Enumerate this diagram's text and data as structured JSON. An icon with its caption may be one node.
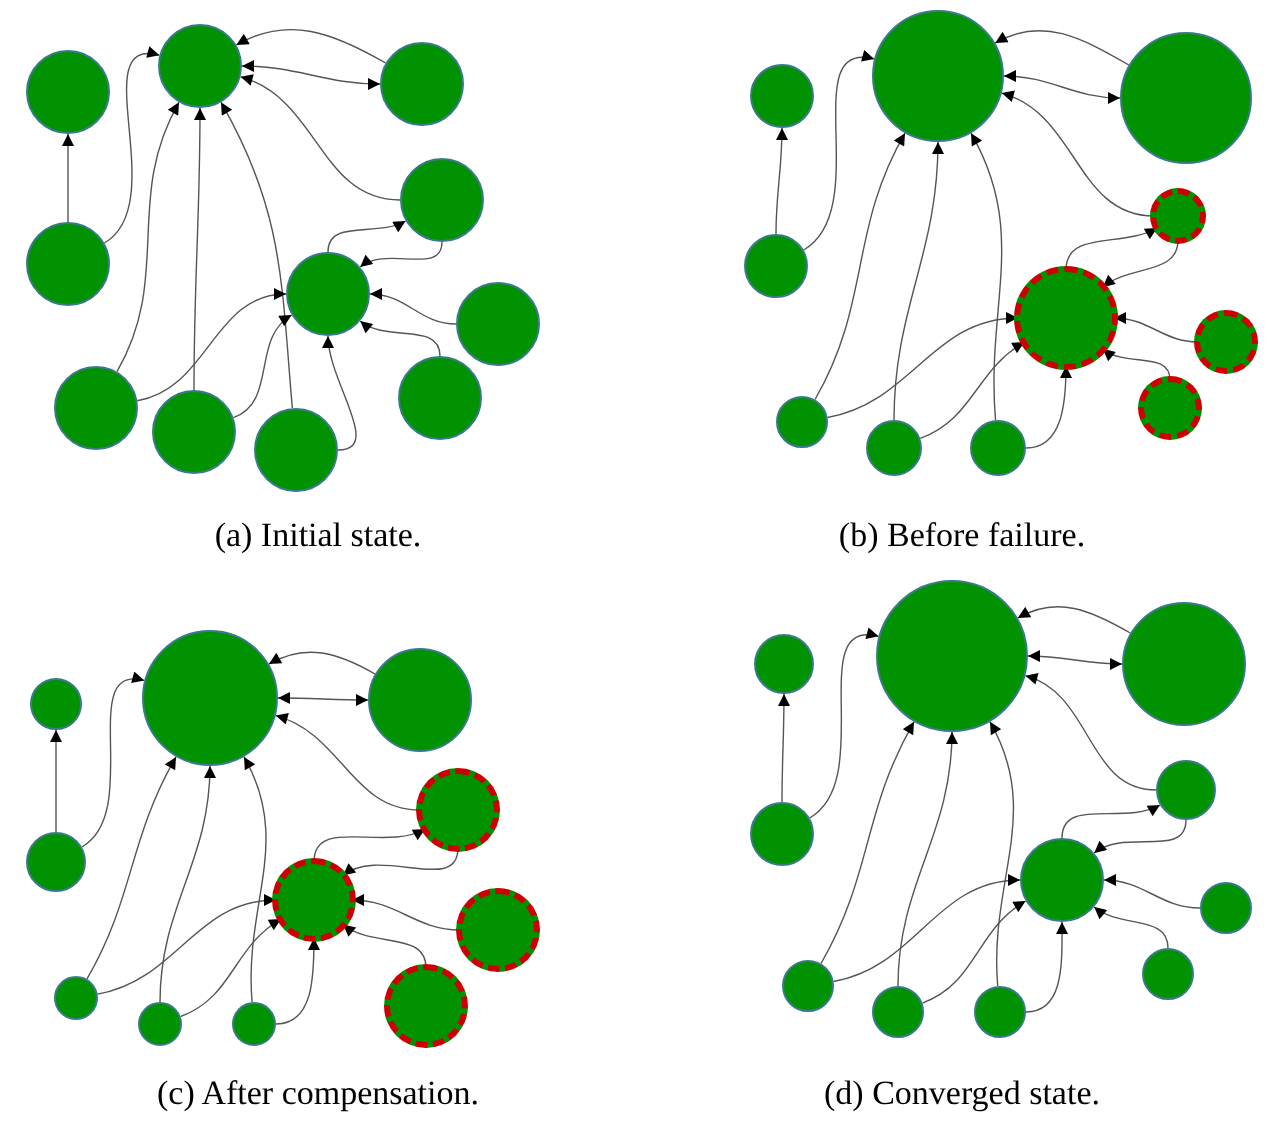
{
  "diagram": {
    "nodes": [
      {
        "text": [],
        "shape": "circle"
      },
      {
        "text": [],
        "shape": "circle"
      },
      {
        "text": [],
        "shape": "circle"
      },
      {
        "text": [],
        "shape": "circle"
      },
      {
        "text": [],
        "shape": "circle"
      },
      {
        "text": [],
        "shape": "circle"
      },
      {
        "text": [],
        "shape": "circle"
      },
      {
        "text": [],
        "shape": "circle"
      },
      {
        "text": [],
        "shape": "circle"
      },
      {
        "text": [],
        "shape": "circle"
      },
      {
        "text": [],
        "shape": "circle"
      },
      {
        "text": [],
        "shape": "circle"
      },
      {
        "text": [],
        "shape": "circle"
      },
      {
        "text": [],
        "shape": "circle"
      },
      {
        "text": [],
        "shape": "circle"
      },
      {
        "text": [],
        "shape": "circle"
      },
      {
        "text": [],
        "shape": "circle"
      },
      {
        "text": [],
        "shape": "circle"
      },
      {
        "text": [],
        "shape": "circle"
      },
      {
        "text": [],
        "shape": "circle"
      },
      {
        "text": [],
        "shape": "circle"
      },
      {
        "text": [],
        "shape": "circle"
      },
      {
        "text": [],
        "shape": "circle"
      },
      {
        "text": [],
        "shape": "circle"
      },
      {
        "text": [],
        "shape": "circle"
      },
      {
        "text": [],
        "shape": "circle"
      },
      {
        "text": [],
        "shape": "circle"
      },
      {
        "text": [],
        "shape": "circle"
      },
      {
        "text": [],
        "shape": "circle"
      },
      {
        "text": [],
        "shape": "circle"
      },
      {
        "text": [],
        "shape": "circle"
      },
      {
        "text": [],
        "shape": "circle"
      },
      {
        "text": [],
        "shape": "circle"
      },
      {
        "text": [],
        "shape": "circle"
      },
      {
        "text": [],
        "shape": "circle"
      },
      {
        "text": [],
        "shape": "circle"
      },
      {
        "text": [],
        "shape": "circle"
      },
      {
        "text": [],
        "shape": "circle"
      },
      {
        "text": [],
        "shape": "circle"
      },
      {
        "text": [],
        "shape": "circle"
      },
      {
        "text": [],
        "shape": "circle"
      },
      {
        "text": [],
        "shape": "circle"
      },
      {
        "text": [],
        "shape": "circle"
      },
      {
        "text": [],
        "shape": "circle"
      }
    ],
    "edges": [
      {
        "from": 2,
        "to": 1,
        "arrow": "to"
      },
      {
        "from": 1,
        "to": 2,
        "arrow": "both"
      },
      {
        "from": 3,
        "to": 1,
        "arrow": "to"
      },
      {
        "from": 5,
        "to": 0,
        "arrow": "to"
      },
      {
        "from": 5,
        "to": 1,
        "arrow": "to"
      },
      {
        "from": 7,
        "to": 1,
        "arrow": "to"
      },
      {
        "from": 8,
        "to": 1,
        "arrow": "to"
      },
      {
        "from": 9,
        "to": 1,
        "arrow": "to"
      },
      {
        "from": 7,
        "to": 4,
        "arrow": "to"
      },
      {
        "from": 8,
        "to": 4,
        "arrow": "to"
      },
      {
        "from": 9,
        "to": 4,
        "arrow": "to"
      },
      {
        "from": 4,
        "to": 3,
        "arrow": "to"
      },
      {
        "from": 3,
        "to": 4,
        "arrow": "to"
      },
      {
        "from": 6,
        "to": 4,
        "arrow": "to"
      },
      {
        "from": 10,
        "to": 4,
        "arrow": "to"
      },
      {
        "from": 13,
        "to": 12,
        "arrow": "to"
      },
      {
        "from": 12,
        "to": 13,
        "arrow": "both"
      },
      {
        "from": 14,
        "to": 12,
        "arrow": "to"
      },
      {
        "from": 16,
        "to": 11,
        "arrow": "to"
      },
      {
        "from": 16,
        "to": 12,
        "arrow": "to"
      },
      {
        "from": 18,
        "to": 12,
        "arrow": "to"
      },
      {
        "from": 19,
        "to": 12,
        "arrow": "to"
      },
      {
        "from": 20,
        "to": 12,
        "arrow": "to"
      },
      {
        "from": 18,
        "to": 15,
        "arrow": "to"
      },
      {
        "from": 19,
        "to": 15,
        "arrow": "to"
      },
      {
        "from": 20,
        "to": 15,
        "arrow": "to"
      },
      {
        "from": 15,
        "to": 14,
        "arrow": "to"
      },
      {
        "from": 14,
        "to": 15,
        "arrow": "to"
      },
      {
        "from": 17,
        "to": 15,
        "arrow": "to"
      },
      {
        "from": 21,
        "to": 15,
        "arrow": "to"
      },
      {
        "from": 24,
        "to": 23,
        "arrow": "to"
      },
      {
        "from": 23,
        "to": 24,
        "arrow": "both"
      },
      {
        "from": 25,
        "to": 23,
        "arrow": "to"
      },
      {
        "from": 27,
        "to": 22,
        "arrow": "to"
      },
      {
        "from": 27,
        "to": 23,
        "arrow": "to"
      },
      {
        "from": 29,
        "to": 23,
        "arrow": "to"
      },
      {
        "from": 30,
        "to": 23,
        "arrow": "to"
      },
      {
        "from": 31,
        "to": 23,
        "arrow": "to"
      },
      {
        "from": 29,
        "to": 26,
        "arrow": "to"
      },
      {
        "from": 30,
        "to": 26,
        "arrow": "to"
      },
      {
        "from": 31,
        "to": 26,
        "arrow": "to"
      },
      {
        "from": 26,
        "to": 25,
        "arrow": "to"
      },
      {
        "from": 25,
        "to": 26,
        "arrow": "to"
      },
      {
        "from": 28,
        "to": 26,
        "arrow": "to"
      },
      {
        "from": 32,
        "to": 26,
        "arrow": "to"
      },
      {
        "from": 35,
        "to": 34,
        "arrow": "to"
      },
      {
        "from": 34,
        "to": 35,
        "arrow": "both"
      },
      {
        "from": 36,
        "to": 34,
        "arrow": "to"
      },
      {
        "from": 38,
        "to": 33,
        "arrow": "to"
      },
      {
        "from": 38,
        "to": 34,
        "arrow": "to"
      },
      {
        "from": 40,
        "to": 34,
        "arrow": "to"
      },
      {
        "from": 41,
        "to": 34,
        "arrow": "to"
      },
      {
        "from": 42,
        "to": 34,
        "arrow": "to"
      },
      {
        "from": 40,
        "to": 37,
        "arrow": "to"
      },
      {
        "from": 41,
        "to": 37,
        "arrow": "to"
      },
      {
        "from": 42,
        "to": 37,
        "arrow": "to"
      },
      {
        "from": 37,
        "to": 36,
        "arrow": "to"
      },
      {
        "from": 36,
        "to": 37,
        "arrow": "to"
      },
      {
        "from": 39,
        "to": 37,
        "arrow": "to"
      },
      {
        "from": 43,
        "to": 37,
        "arrow": "to"
      }
    ],
    "labels": [
      "(a) Initial state.",
      "(b) Before failure.",
      "(c) After compensation.",
      "(d) Converged state."
    ]
  }
}
